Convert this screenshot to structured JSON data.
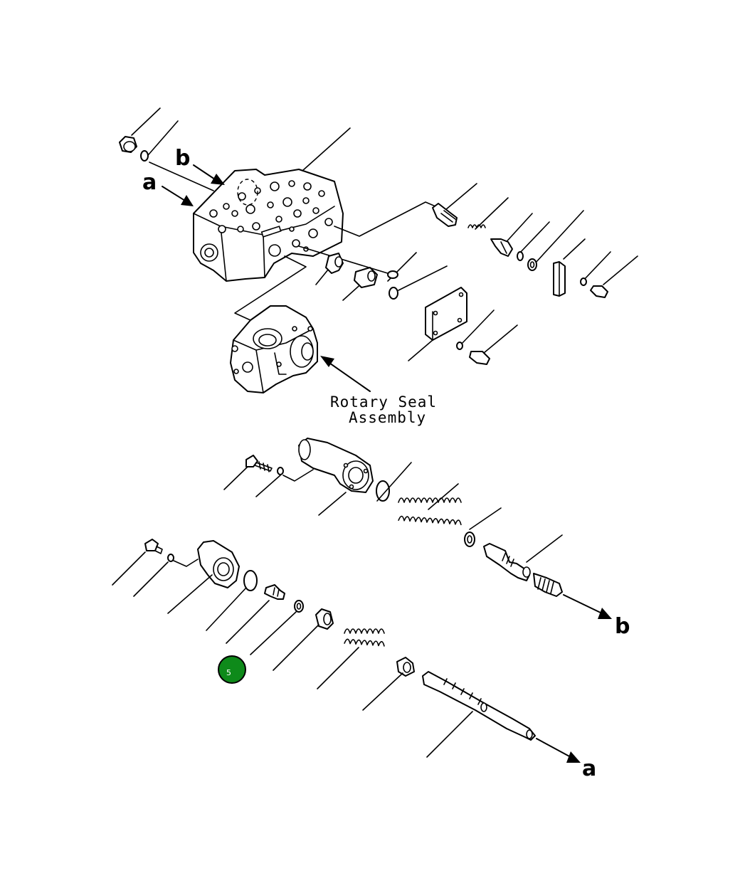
{
  "diagram": {
    "labels": {
      "ref_a_top": "a",
      "ref_b_top": "b",
      "ref_b_bottom": "b",
      "ref_a_bottom": "a",
      "caption_line1": "Rotary Seal",
      "caption_line2": "Assembly"
    },
    "callout": {
      "number": "5",
      "color": "#0e8a1a"
    },
    "colors": {
      "line": "#000000",
      "background": "#ffffff"
    }
  }
}
